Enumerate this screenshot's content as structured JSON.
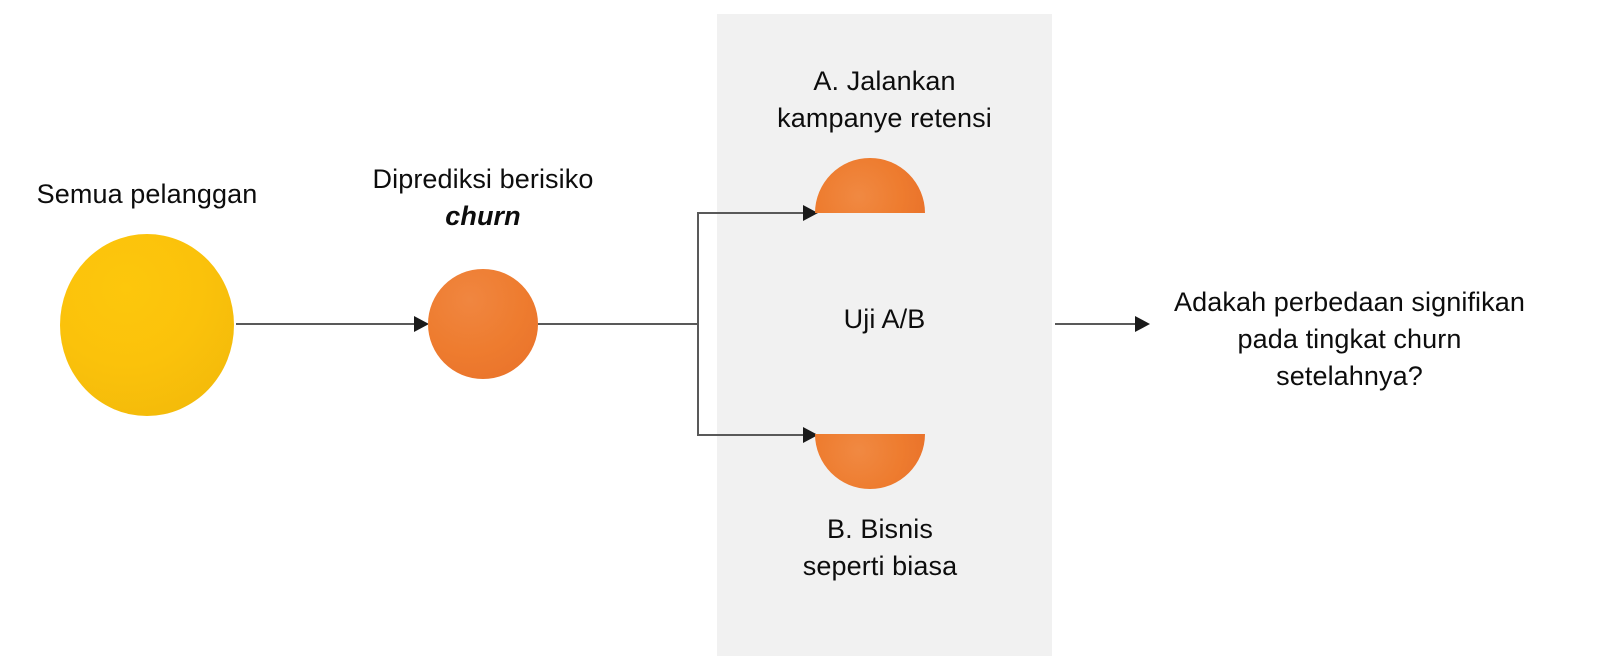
{
  "diagram": {
    "title_panel_label": "Uji A/B",
    "nodes": {
      "all_customers": {
        "label": "Semua pelanggan",
        "shape": "circle",
        "color": "#fbc20b"
      },
      "at_risk": {
        "label_line1": "Diprediksi berisiko",
        "label_emphasis": "churn",
        "shape": "circle",
        "color": "#ee7c2f"
      },
      "variant_a": {
        "label": "A. Jalankan\nkampanye retensi",
        "shape": "half-circle-up",
        "color": "#ee7c2f"
      },
      "variant_b": {
        "label": "B. Bisnis\nseperti biasa",
        "shape": "half-circle-down",
        "color": "#ee7c2f"
      },
      "outcome": {
        "label": "Adakah perbedaan signifikan\npada tingkat churn\nsetelahnya?"
      }
    },
    "panel": {
      "background_color": "#f1f1f1"
    },
    "connectors": {
      "line_color": "#595959",
      "arrow_color": "#1a1a1a"
    }
  }
}
